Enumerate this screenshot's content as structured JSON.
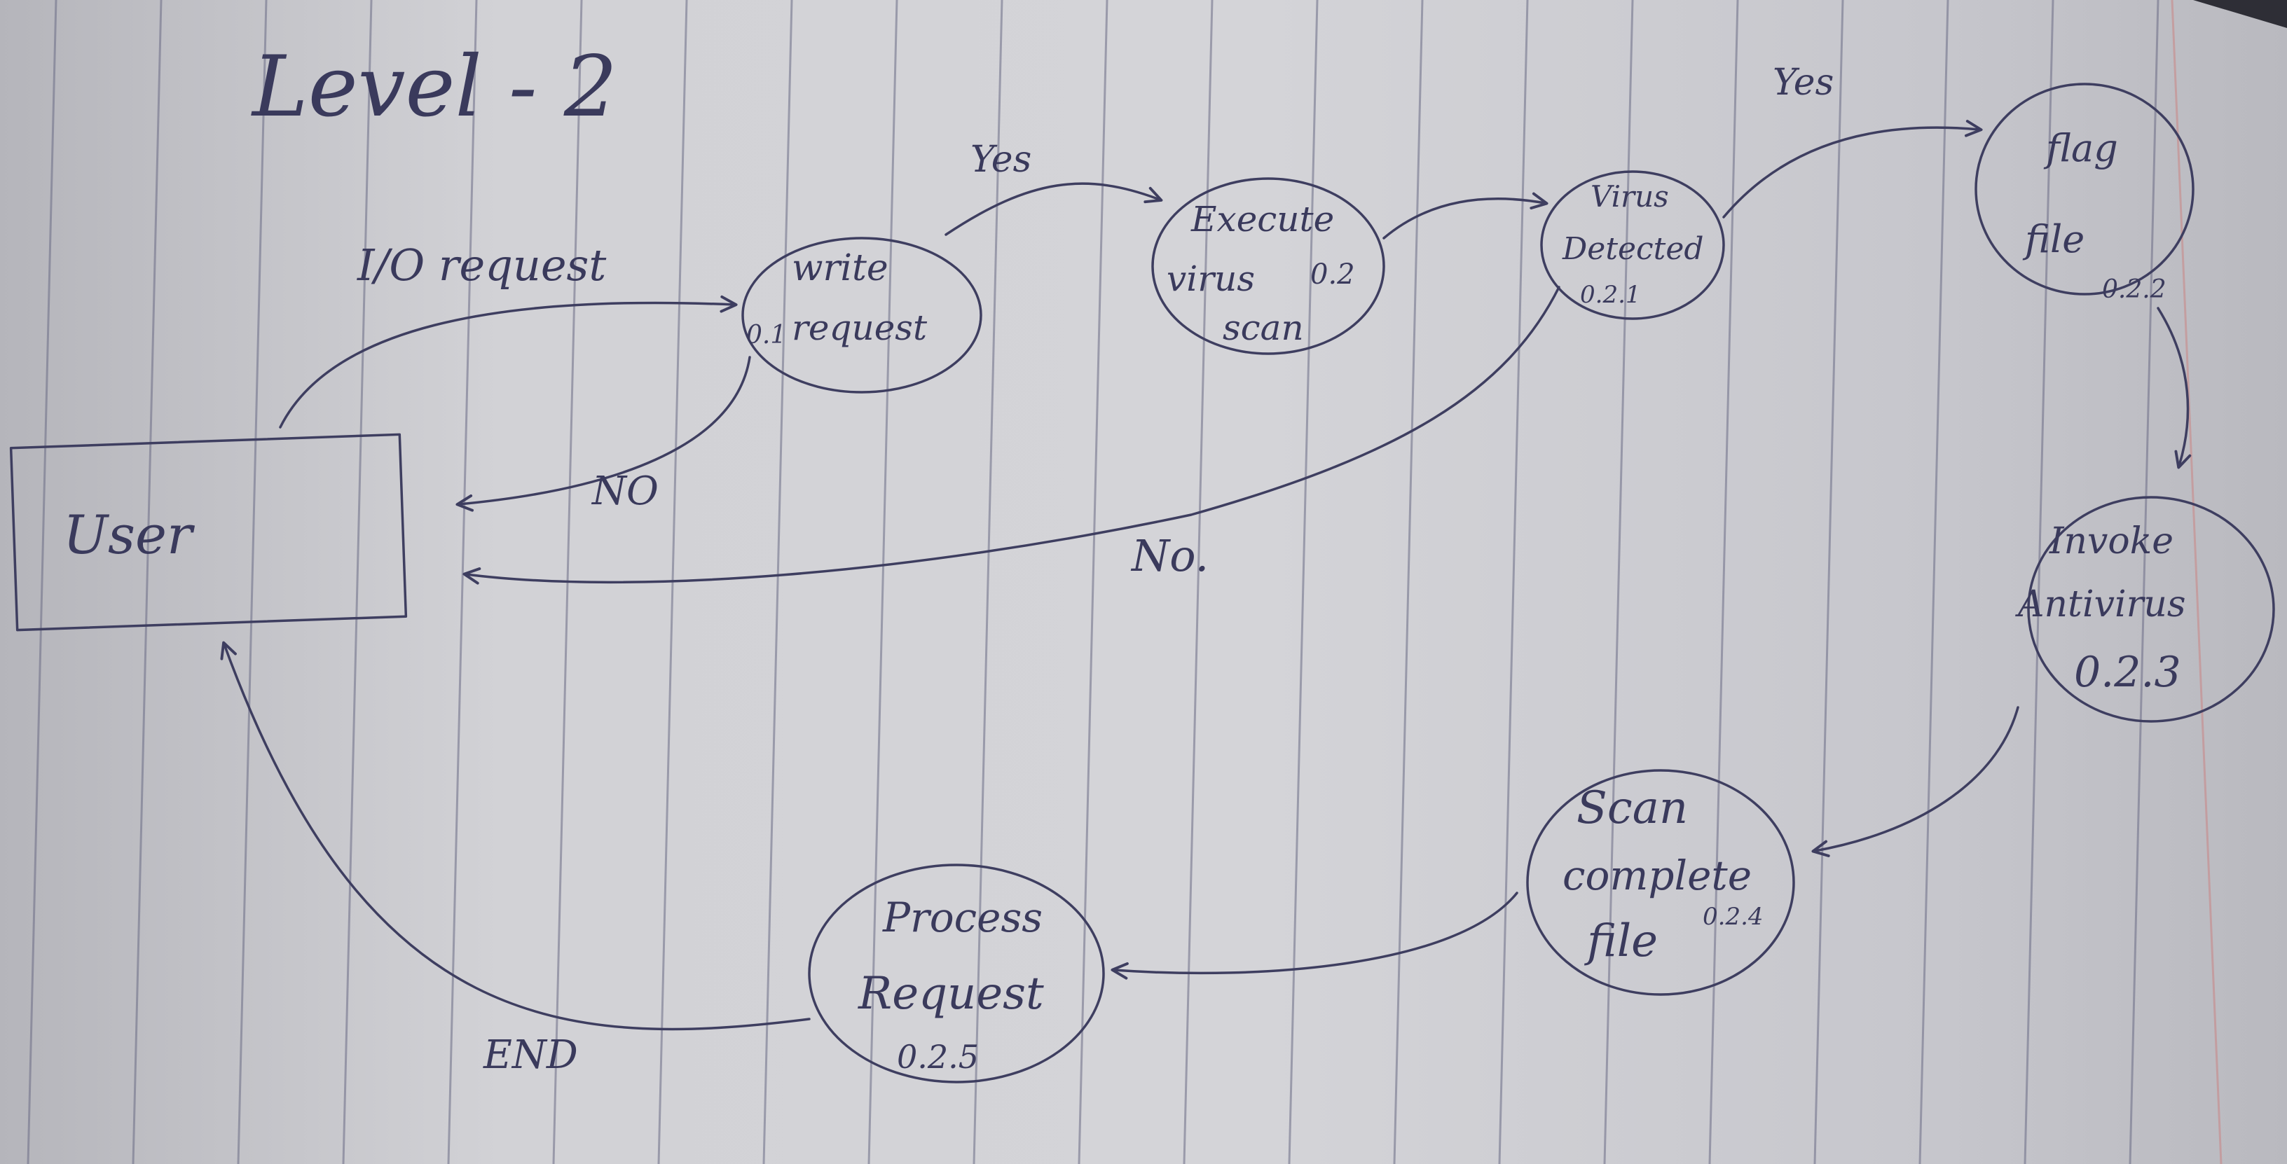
{
  "title": "Level - 2",
  "nodes": {
    "user": {
      "label": "User"
    },
    "write_request": {
      "id": "0.1",
      "line1": "write",
      "line2": "request"
    },
    "execute_scan": {
      "line1": "Execute",
      "line2": "virus",
      "line3": "scan",
      "id": "0.2"
    },
    "virus_detected": {
      "line1": "Virus",
      "line2": "Detected",
      "id": "0.2.1"
    },
    "flag_file": {
      "line1": "flag",
      "line2": "file",
      "id": "0.2.2"
    },
    "invoke_antivirus": {
      "line1": "Invoke",
      "line2": "Antivirus",
      "id": "0.2.3"
    },
    "scan_complete": {
      "line1": "Scan",
      "line2": "complete",
      "line3": "file",
      "id": "0.2.4"
    },
    "process_request": {
      "line1": "Process",
      "line2": "Request",
      "id": "0.2.5"
    }
  },
  "edges": {
    "io_request": "I/O request",
    "yes_write_to_execute": "Yes",
    "yes_detected_to_flag": "Yes",
    "no_write_to_user": "NO",
    "no_detected_to_user": "No.",
    "end": "END"
  },
  "colors": {
    "ink": "#3a3a5c",
    "paper": "#d2d2d6",
    "rule_lines": "#6b6c86",
    "margin_line": "#c98a8a"
  }
}
